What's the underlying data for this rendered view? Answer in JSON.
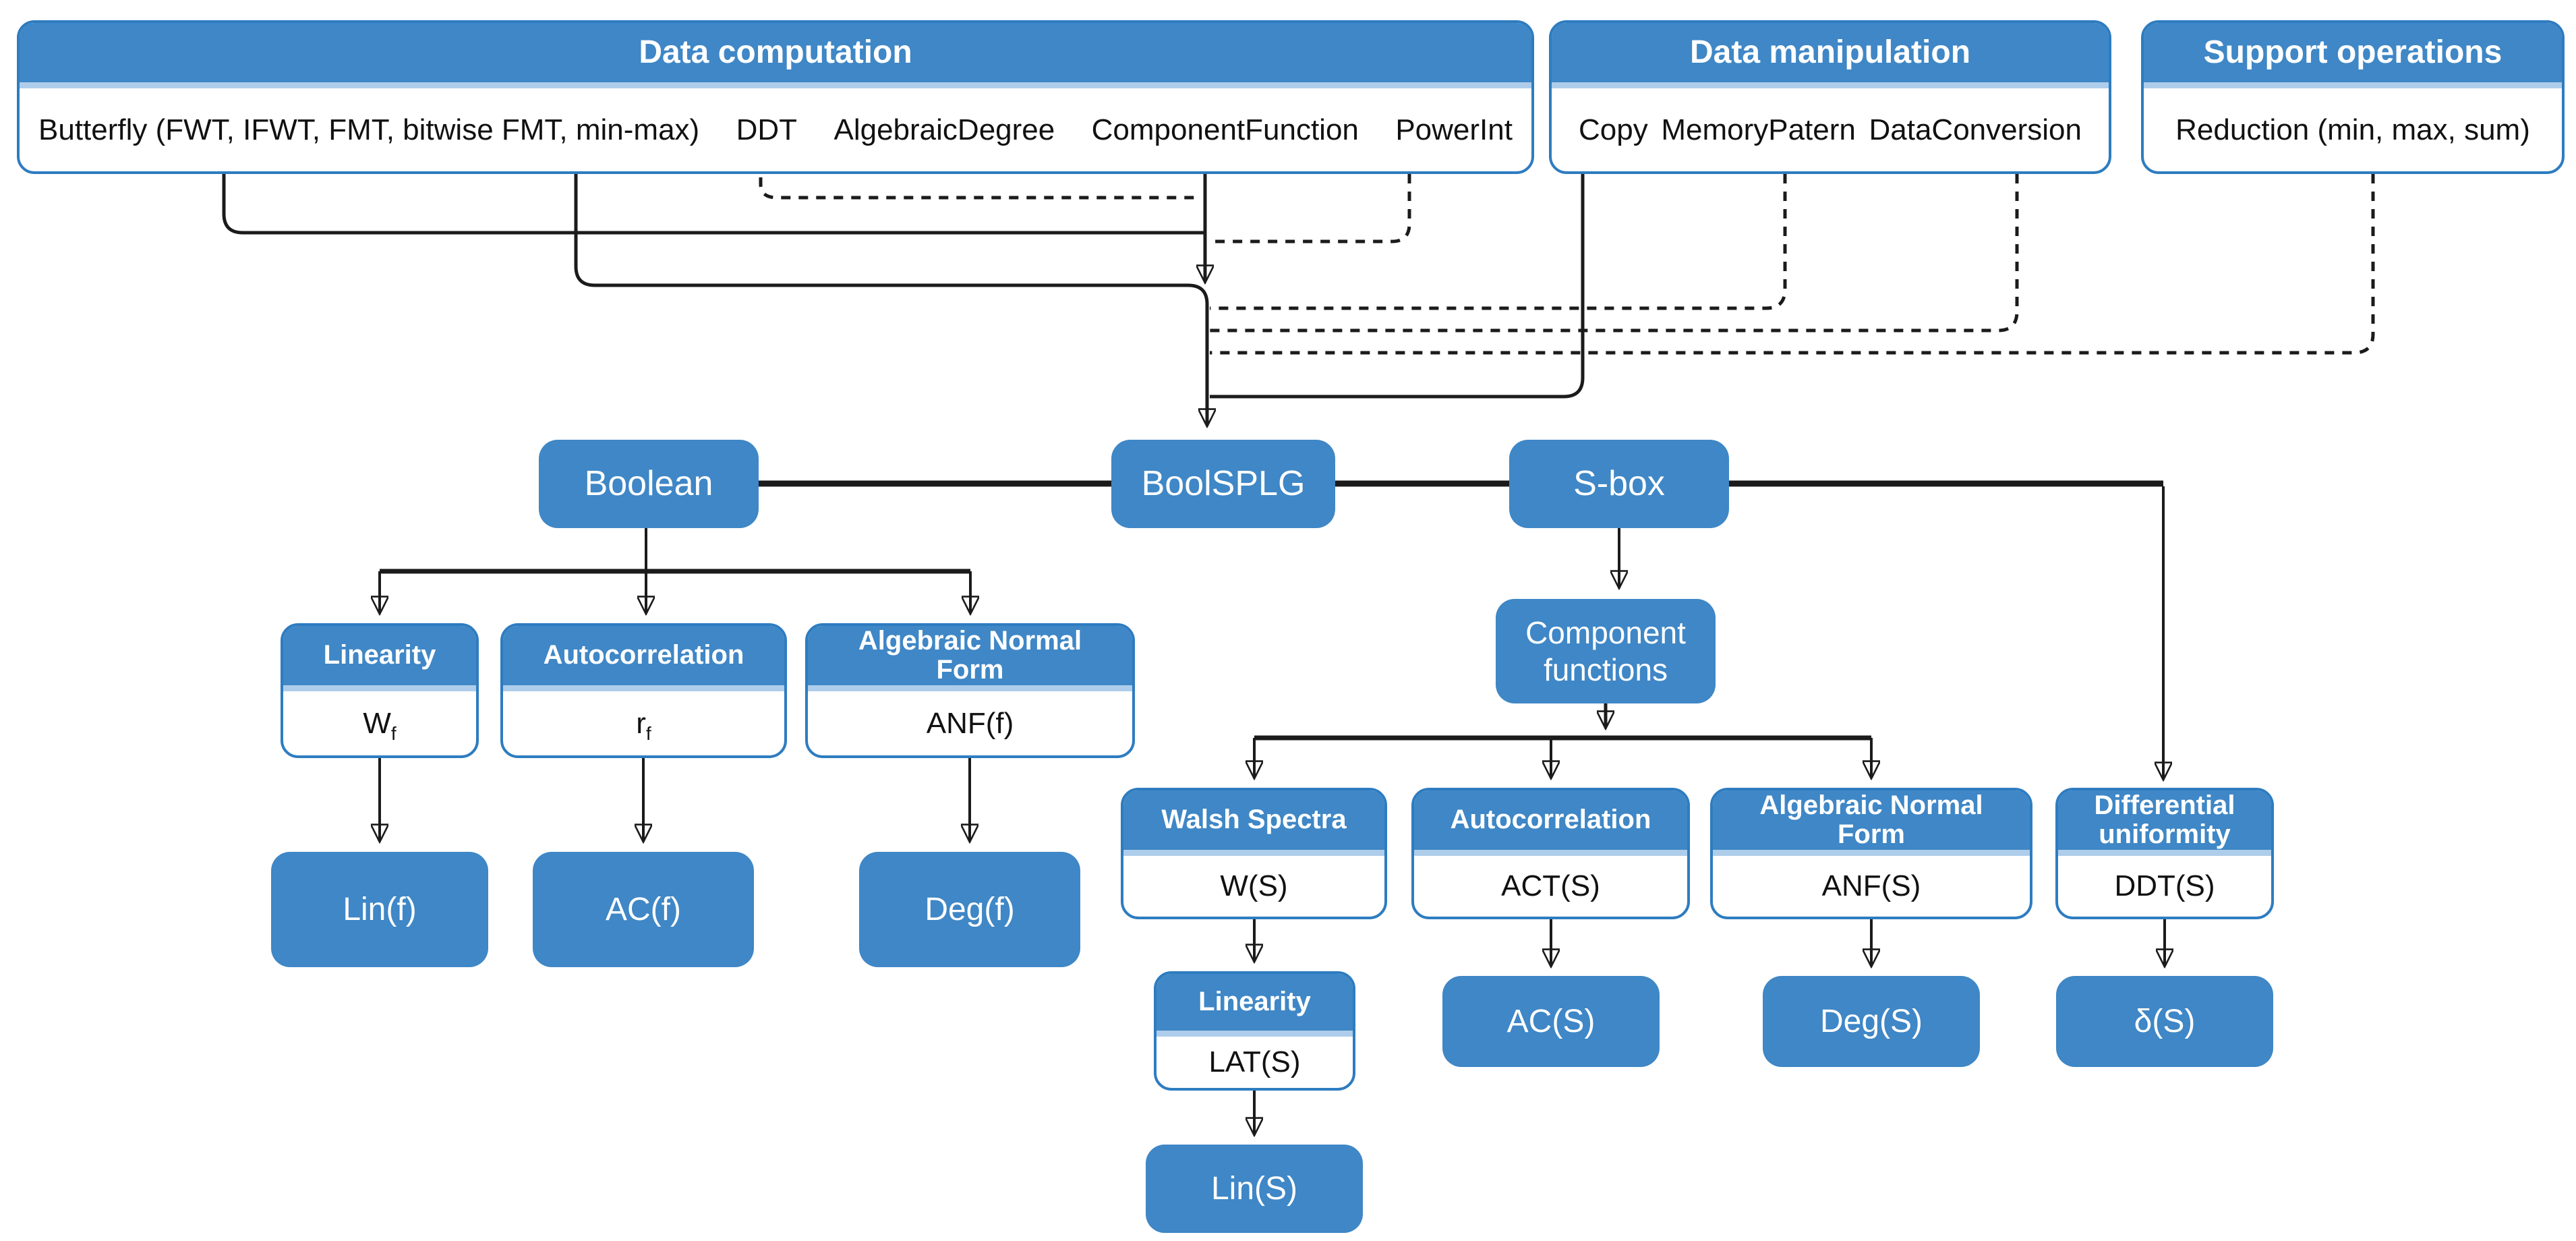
{
  "palette": {
    "node_blue": "#3f87c6",
    "node_border": "#2e7cc0",
    "divider_light_blue": "#aecdea",
    "wire_black": "#1b1b1b",
    "text_white": "#ffffff",
    "text_black": "#111111"
  },
  "modules": [
    {
      "title": "Data computation",
      "functions": [
        "Butterfly (FWT, IFWT, FMT, bitwise FMT, min-max)",
        "DDT",
        "AlgebraicDegree",
        "ComponentFunction",
        "PowerInt"
      ]
    },
    {
      "title": "Data manipulation",
      "functions": [
        "Copy",
        "MemoryPatern",
        "DataConversion"
      ]
    },
    {
      "title": "Support operations",
      "functions": [
        "Reduction (min, max, sum)"
      ]
    }
  ],
  "core": {
    "boolean": "Boolean",
    "library": "BoolSPLG",
    "sbox": "S-box"
  },
  "boolean_branch": [
    {
      "header": "Linearity",
      "value_main": "W",
      "value_sub": "f",
      "result": "Lin(f)"
    },
    {
      "header": "Autocorrelation",
      "value_main": "r",
      "value_sub": "f",
      "result": "AC(f)"
    },
    {
      "header": "Algebraic Normal Form",
      "value_main": "ANF(f)",
      "value_sub": "",
      "result": "Deg(f)"
    }
  ],
  "sbox_branch": {
    "component_functions": "Component functions",
    "walsh": {
      "header": "Walsh Spectra",
      "value": "W(S)"
    },
    "walsh_linearity": {
      "header": "Linearity",
      "value": "LAT(S)",
      "result": "Lin(S)"
    },
    "autocorrelation": {
      "header": "Autocorrelation",
      "value": "ACT(S)",
      "result": "AC(S)"
    },
    "anf": {
      "header": "Algebraic Normal Form",
      "value": "ANF(S)",
      "result": "Deg(S)"
    },
    "differential": {
      "header": "Differential uniformity",
      "value": "DDT(S)",
      "result": "δ(S)"
    }
  }
}
